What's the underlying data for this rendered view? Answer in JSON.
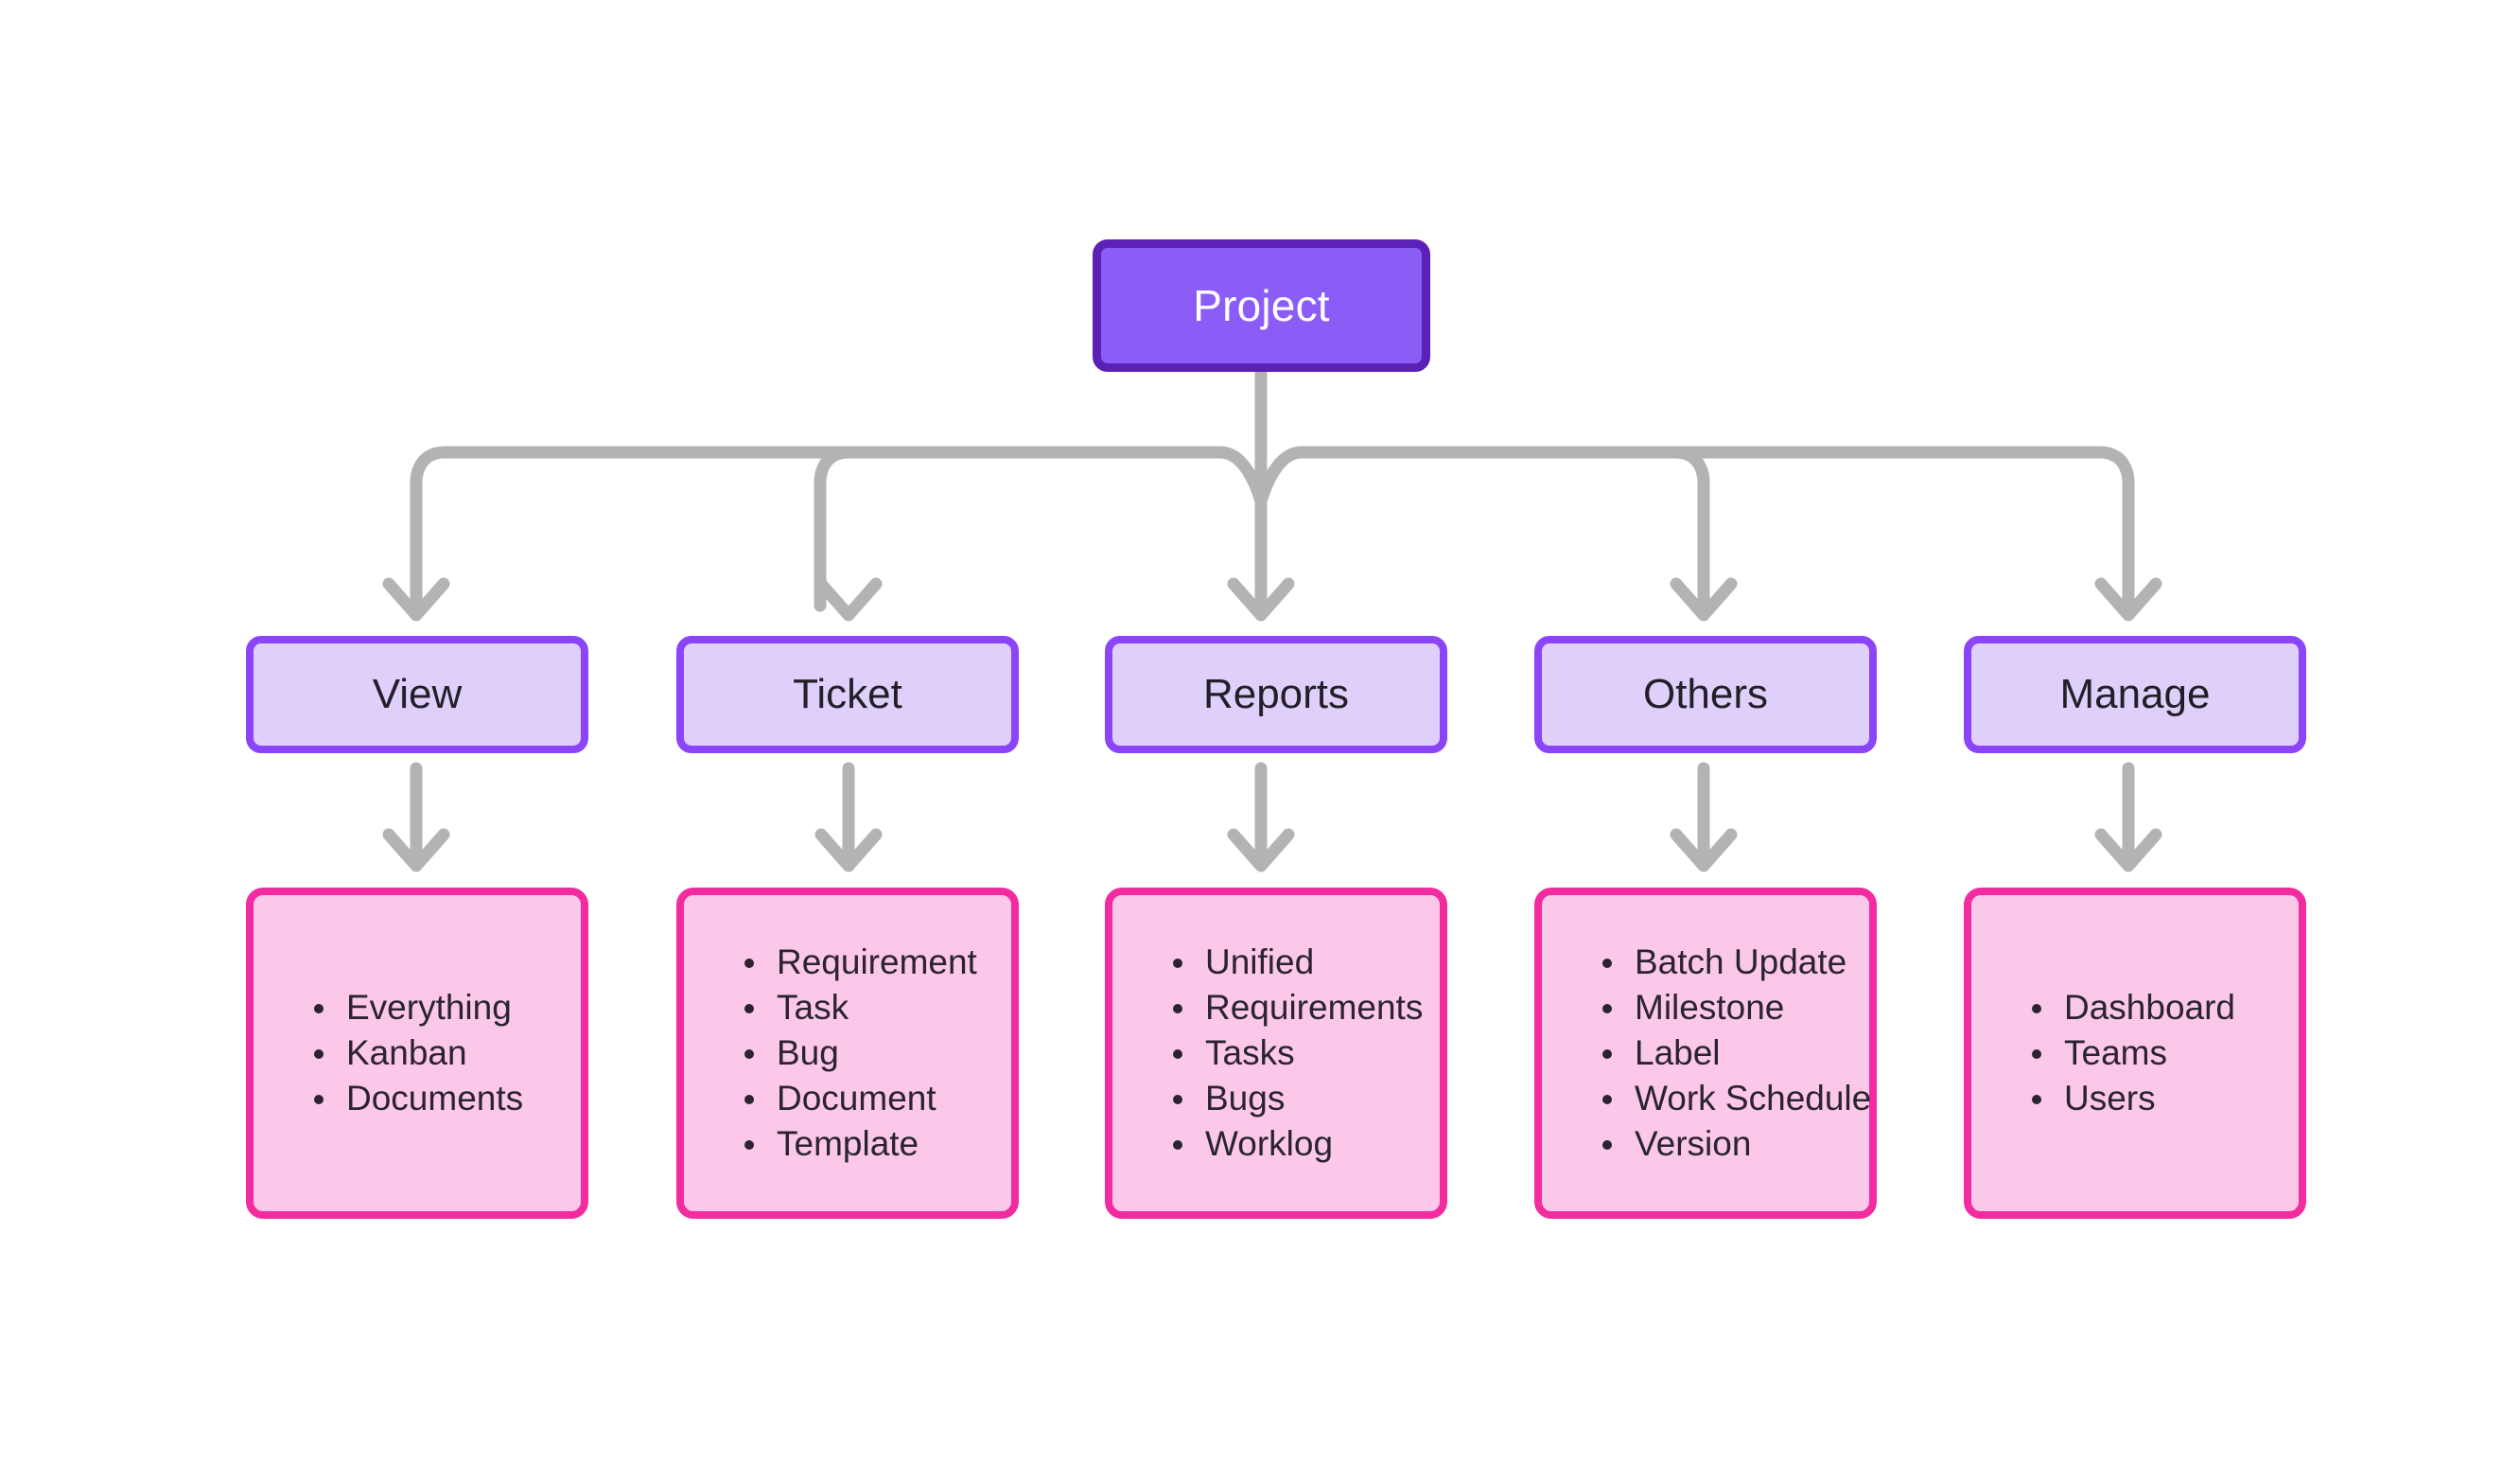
{
  "diagram": {
    "title": "Project structure tree",
    "colors": {
      "root_fill": "#8B5CF6",
      "root_border": "#5B21B6",
      "root_text": "#FFFFFF",
      "level2_fill": "#DFCFFB",
      "level2_border": "#8B44F7",
      "leaf_fill": "#FCC8E9",
      "leaf_border": "#F22C9F",
      "text": "#2B2330",
      "connector": "#B3B3B3",
      "background": "#FFFFFF"
    },
    "root": {
      "label": "Project"
    },
    "branches": [
      {
        "label": "View",
        "items": [
          "Everything",
          "Kanban",
          "Documents"
        ]
      },
      {
        "label": "Ticket",
        "items": [
          "Requirement",
          "Task",
          "Bug",
          "Document",
          "Template"
        ]
      },
      {
        "label": "Reports",
        "items": [
          "Unified",
          "Requirements",
          "Tasks",
          "Bugs",
          "Worklog"
        ]
      },
      {
        "label": "Others",
        "items": [
          "Batch Update",
          "Milestone",
          "Label",
          "Work Schedule",
          "Version"
        ]
      },
      {
        "label": "Manage",
        "items": [
          "Dashboard",
          "Teams",
          "Users"
        ]
      }
    ]
  }
}
